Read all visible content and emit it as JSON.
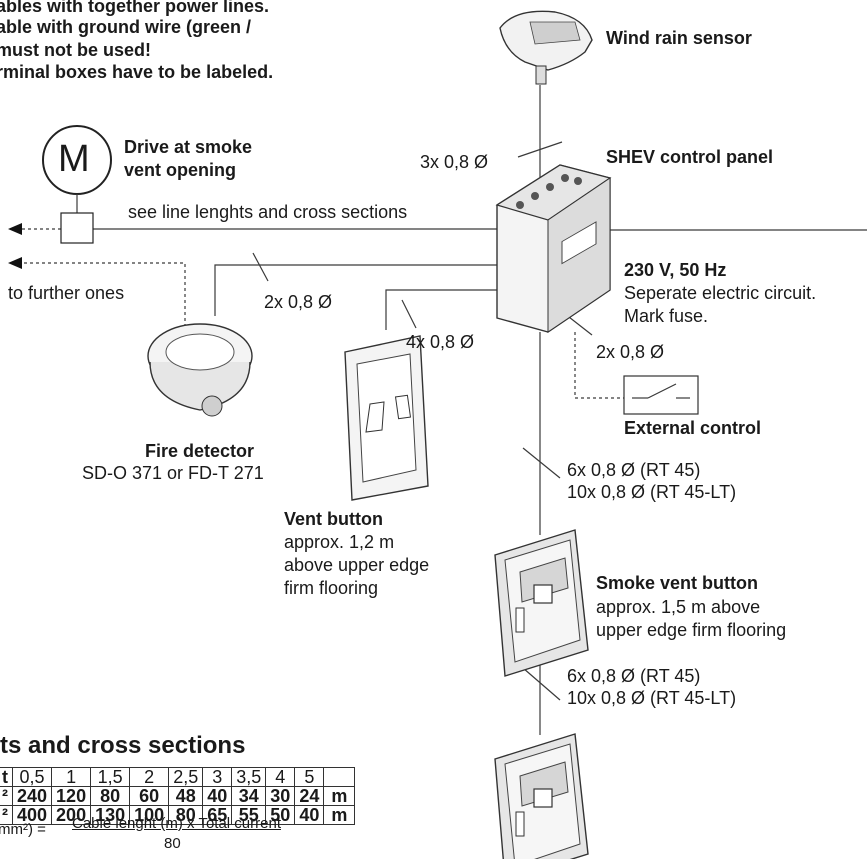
{
  "notes": {
    "line1": "ables with together power lines.",
    "line2": "able with ground wire (green /",
    "line3": "must not be used!",
    "line4": "rminal boxes have to be labeled."
  },
  "labels": {
    "wind_rain_sensor": "Wind rain sensor",
    "cable_sensor": "3x 0,8 Ø",
    "shev_panel": "SHEV control panel",
    "drive_symbol": "M",
    "drive_line1": "Drive at smoke",
    "drive_line2": "vent opening",
    "line_lengths_note": "see line lenghts and cross sections",
    "to_further": "to further ones",
    "cable_detector": "2x 0,8 Ø",
    "cable_vent_button": "4x 0,8 Ø",
    "power_title": "230 V, 50 Hz",
    "power_line1": "Seperate electric circuit.",
    "power_line2": "Mark fuse.",
    "cable_external": "2x 0,8 Ø",
    "external_control": "External control",
    "fire_detector_title": "Fire detector",
    "fire_detector_models": "SD-O 371 or FD-T 271",
    "vent_button_title": "Vent button",
    "vent_button_line1": "approx. 1,2 m",
    "vent_button_line2": "above upper edge",
    "vent_button_line3": "firm flooring",
    "cable_svb1_a": "6x 0,8 Ø (RT 45)",
    "cable_svb1_b": "10x 0,8 Ø (RT 45-LT)",
    "smoke_vent_title": "Smoke vent button",
    "smoke_vent_line1": "approx. 1,5 m above",
    "smoke_vent_line2": "upper edge firm flooring",
    "cable_svb2_a": "6x 0,8 Ø (RT 45)",
    "cable_svb2_b": "10x 0,8 Ø (RT 45-LT)"
  },
  "cross_sections": {
    "title": "ts and cross sections",
    "header_first": "t",
    "header": [
      "0,5",
      "1",
      "1,5",
      "2",
      "2,5",
      "3",
      "3,5",
      "4",
      "5",
      ""
    ],
    "rows": [
      {
        "lead": "²",
        "values": [
          "240",
          "120",
          "80",
          "60",
          "48",
          "40",
          "34",
          "30",
          "24",
          "m"
        ]
      },
      {
        "lead": "²",
        "values": [
          "400",
          "200",
          "130",
          "100",
          "80",
          "65",
          "55",
          "50",
          "40",
          "m"
        ]
      }
    ],
    "formula_left": "mm²) =",
    "formula_numerator": "Cable lenght (m) x Total current",
    "formula_denominator": "80"
  }
}
